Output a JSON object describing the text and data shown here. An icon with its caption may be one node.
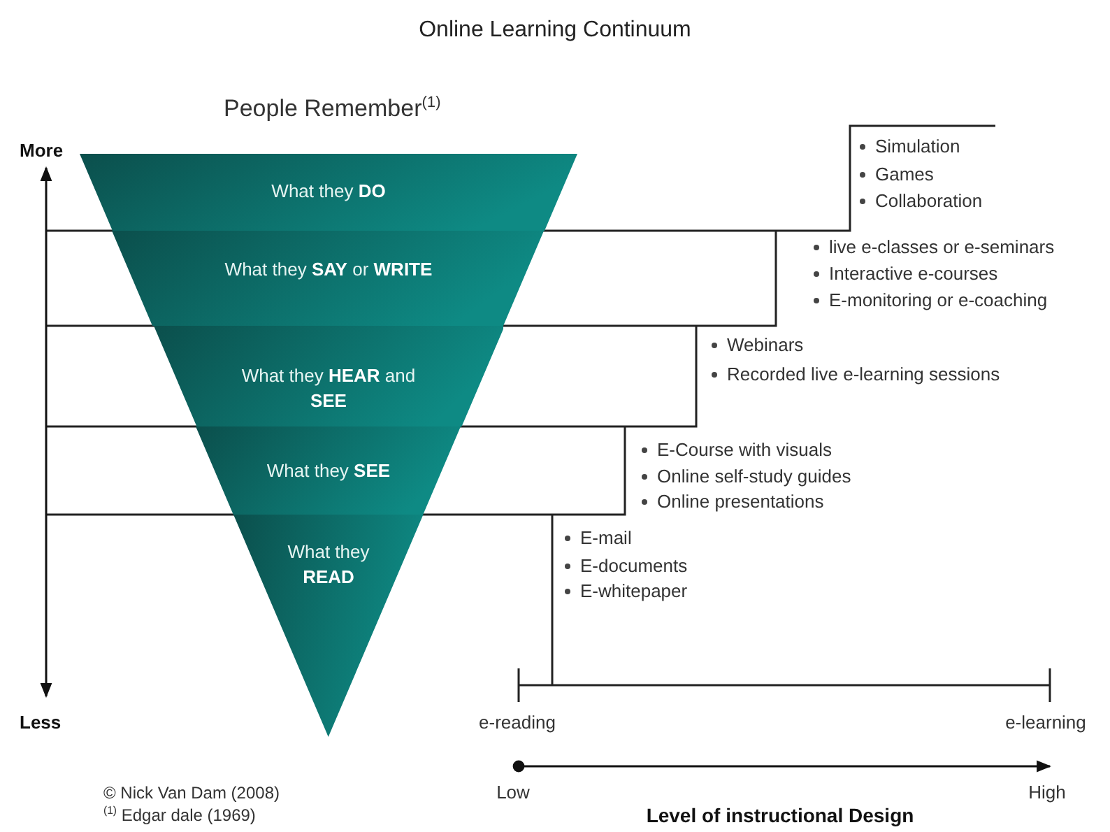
{
  "diagram": {
    "title": "Online Learning Continuum",
    "nodes": [
      {
        "text": [
          "What they **DO**"
        ]
      },
      {
        "text": [
          "What they **SAY** or **WRITE**"
        ]
      },
      {
        "text": [
          "What they **HEAR** and **SEE**"
        ]
      },
      {
        "text": [
          "What they **SEE**"
        ]
      },
      {
        "text": [
          "What they **READ**"
        ]
      }
    ],
    "edges": [],
    "labels": [
      "People Remember$^{(1)}$",
      "More",
      "Simulation",
      "Games",
      "Collaboration",
      "live e-classes or e-seminars",
      "Interactive e-courses",
      "E-monitoring or e-coaching",
      "Webinars",
      "Recorded live e-learning sessions",
      "E-Course with visuals",
      "Online self-study guides",
      "Online presentations",
      "E-mail",
      "E-documents",
      "E-whitepaper",
      "Less",
      "e-reading",
      "e-learning",
      "© Nick Van Dam (2008)",
      "Low",
      "High",
      "$^{(1)}$ Edgar dale (1969)",
      "Level of instructional Design"
    ]
  }
}
